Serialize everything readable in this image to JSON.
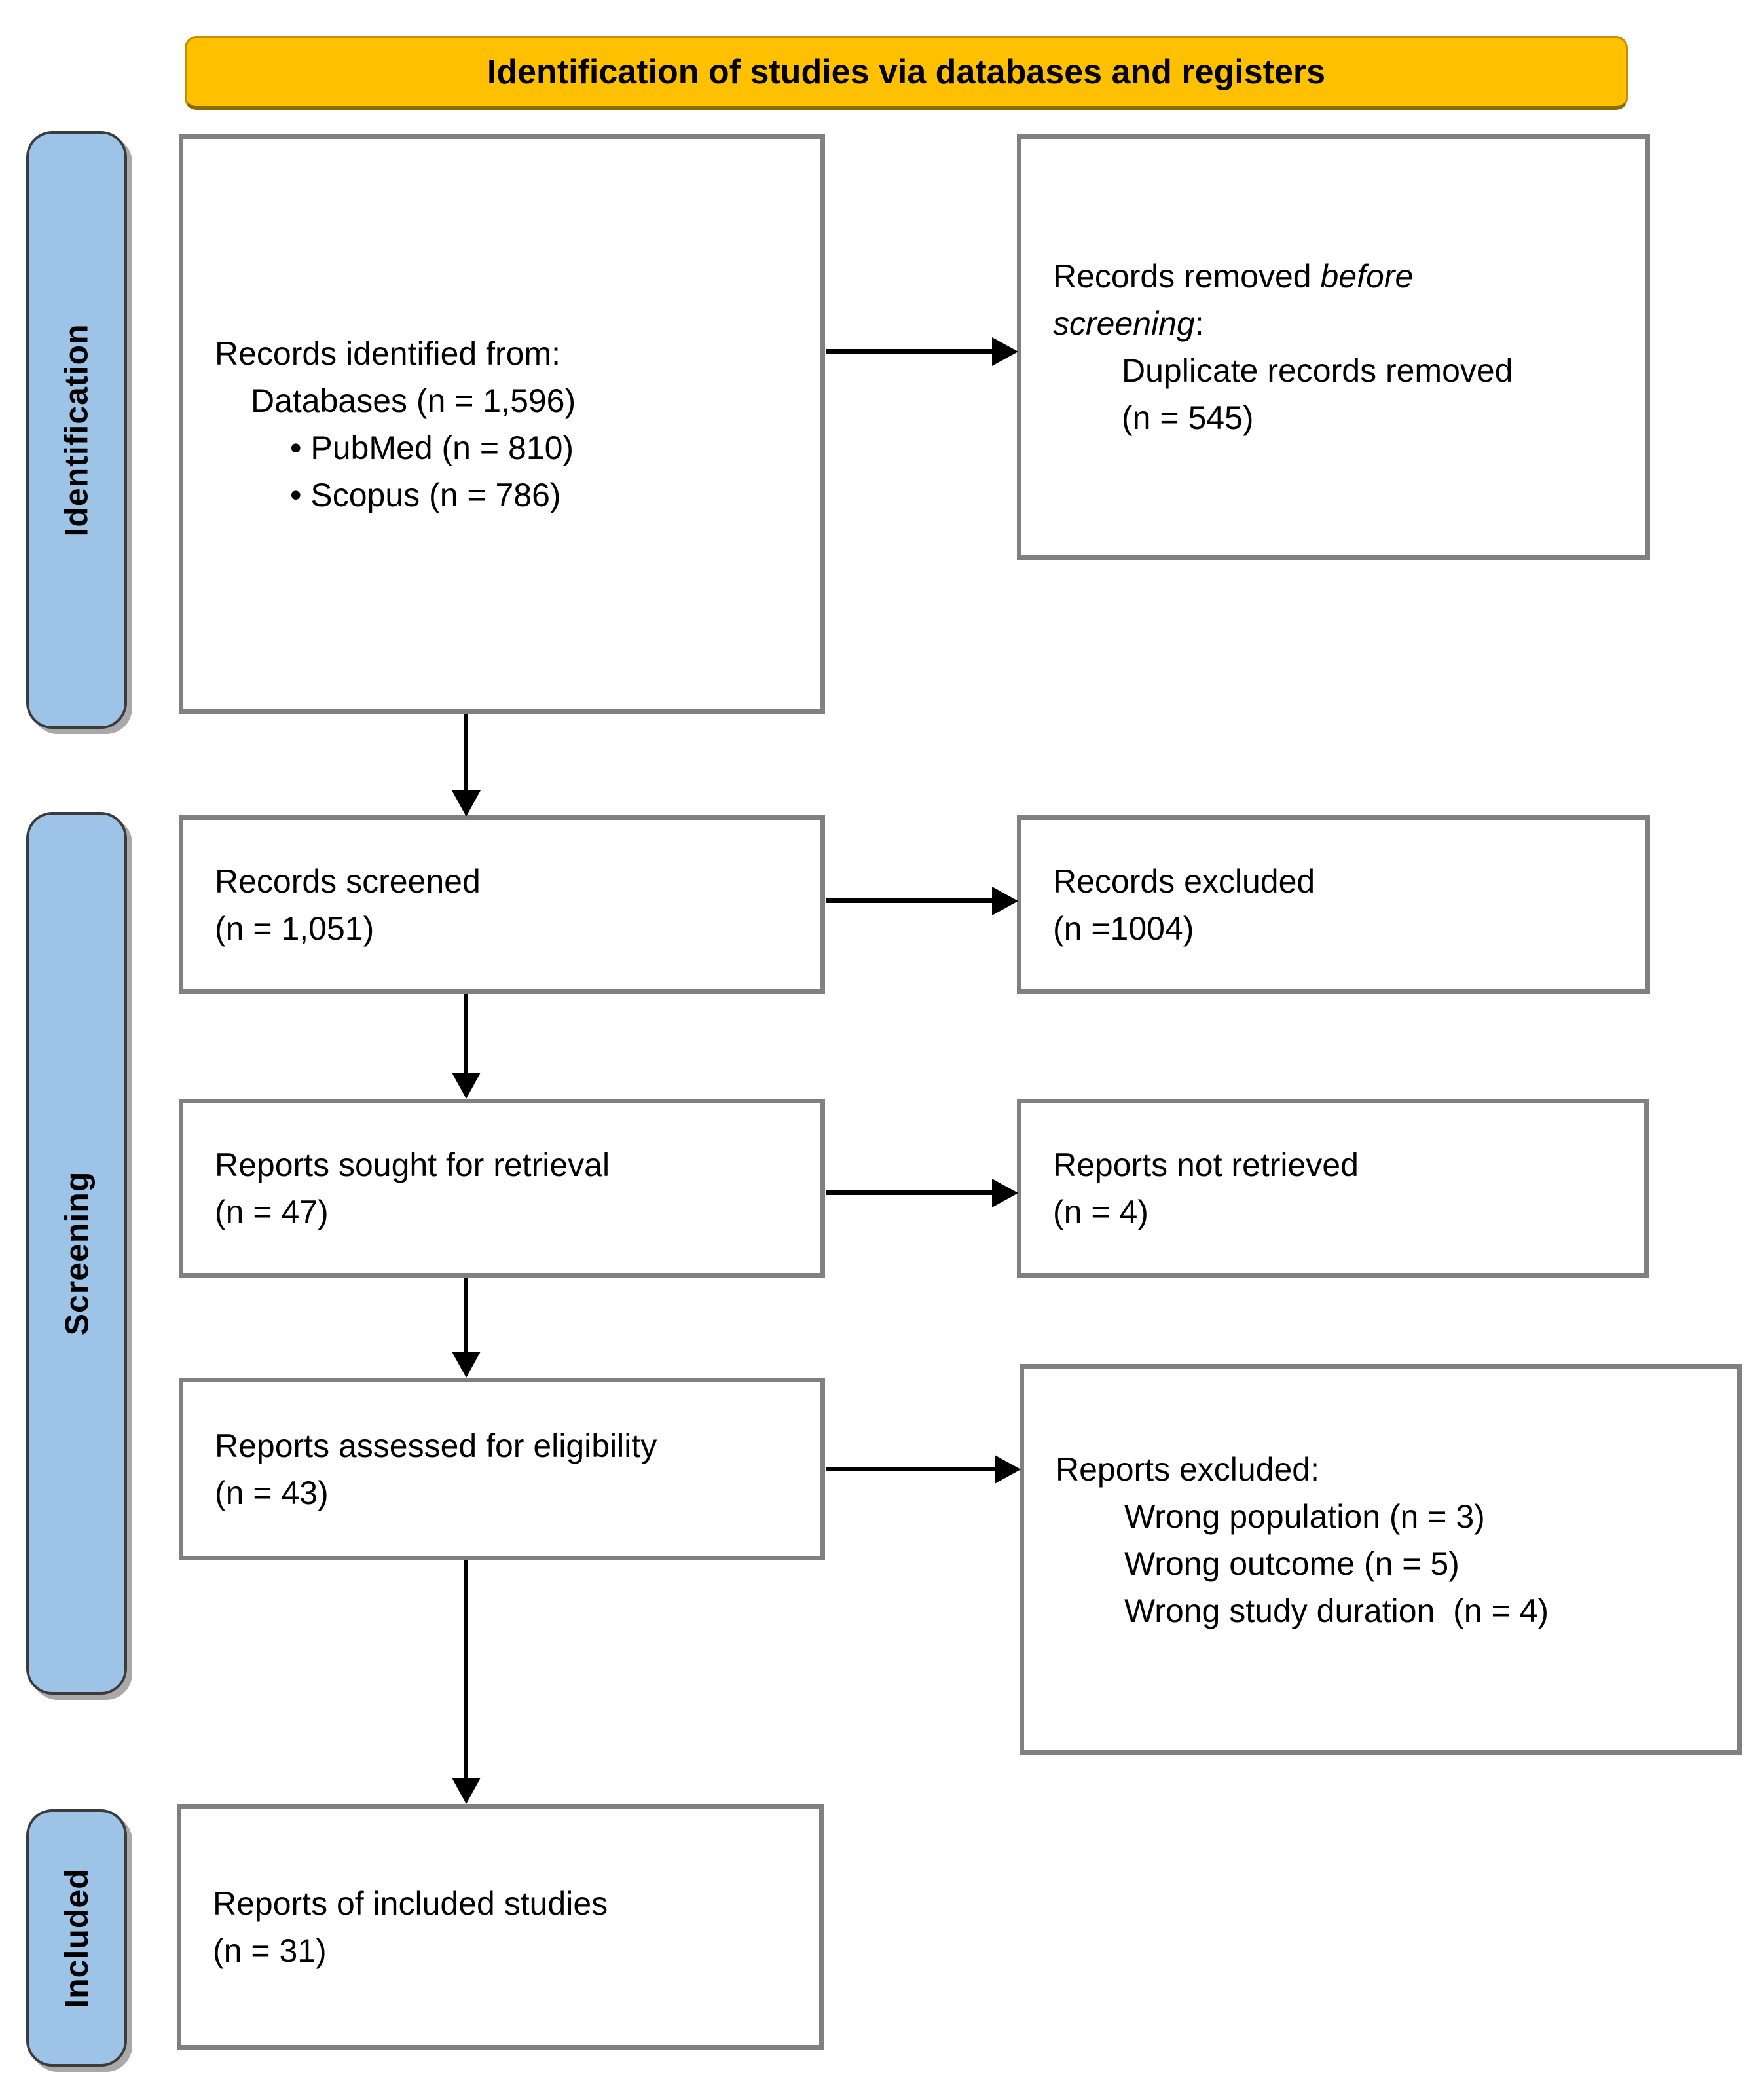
{
  "colors": {
    "banner_bg": "#FFC000",
    "banner_edge": "#BF9000",
    "stage_bg": "#9DC3E6",
    "stage_border": "#3B3B3B",
    "stage_shadow": "#A9A9A9",
    "box_border": "#808080",
    "box_bg": "#FFFFFF",
    "arrow": "#000000",
    "text": "#000000"
  },
  "banner": {
    "title": "Identification of studies via databases and registers"
  },
  "stages": {
    "identification": "Identification",
    "screening": "Screening",
    "included": "Included"
  },
  "boxes": {
    "records_identified": {
      "line1": "Records identified from:",
      "line2": "Databases (n = 1,596)",
      "bullet1": "• PubMed (n = 810)",
      "bullet2": "• Scopus (n = 786)"
    },
    "records_removed": {
      "line1_normal": "Records removed ",
      "line1_italic": "before",
      "line2_italic": "screening",
      "line2_colon": ":",
      "line3": "Duplicate records removed",
      "line4": "(n = 545)"
    },
    "records_screened": {
      "line1": "Records screened",
      "line2": "(n = 1,051)"
    },
    "records_excluded": {
      "line1": "Records excluded",
      "line2": "(n =1004)"
    },
    "reports_sought": {
      "line1": "Reports sought for retrieval",
      "line2": "(n = 47)"
    },
    "reports_not_retrieved": {
      "line1": "Reports not retrieved",
      "line2": "(n = 4)"
    },
    "reports_assessed": {
      "line1": "Reports assessed for eligibility",
      "line2": "(n = 43)"
    },
    "reports_excluded": {
      "title": "Reports excluded:",
      "reasons": [
        "Wrong population (n = 3)",
        "Wrong outcome (n = 5)",
        "Wrong study duration  (n = 4)"
      ]
    },
    "reports_included": {
      "line1": "Reports of included studies",
      "line2": "(n = 31)"
    }
  }
}
